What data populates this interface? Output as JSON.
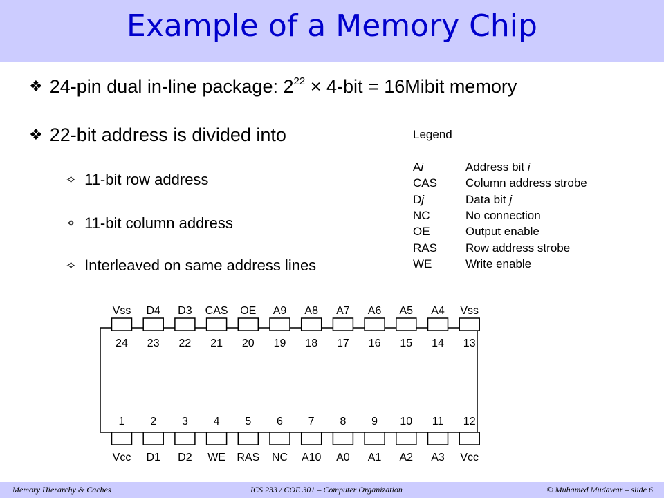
{
  "slide": {
    "title": "Example of a Memory Chip"
  },
  "bullets": {
    "b1_pre": "24-pin dual in-line package: 2",
    "b1_sup": "22",
    "b1_times": "×",
    "b1_post": "4-bit = 16Mibit memory",
    "b2": "22-bit address is divided into",
    "sub1": "11-bit row address",
    "sub2": "11-bit column address",
    "sub3": "Interleaved on same address lines"
  },
  "legend": {
    "title": "Legend",
    "rows": [
      {
        "code_pre": "A",
        "code_var": "i",
        "desc_pre": "Address bit ",
        "desc_var": "i"
      },
      {
        "code_pre": "CAS",
        "code_var": "",
        "desc_pre": "Column address strobe",
        "desc_var": ""
      },
      {
        "code_pre": "D",
        "code_var": "j",
        "desc_pre": "Data bit ",
        "desc_var": "j"
      },
      {
        "code_pre": "NC",
        "code_var": "",
        "desc_pre": "No connection",
        "desc_var": ""
      },
      {
        "code_pre": "OE",
        "code_var": "",
        "desc_pre": "Output enable",
        "desc_var": ""
      },
      {
        "code_pre": "RAS",
        "code_var": "",
        "desc_pre": "Row address strobe",
        "desc_var": ""
      },
      {
        "code_pre": "WE",
        "code_var": "",
        "desc_pre": "Write enable",
        "desc_var": ""
      }
    ]
  },
  "chip": {
    "top_names": [
      "Vss",
      "D4",
      "D3",
      "CAS",
      "OE",
      "A9",
      "A8",
      "A7",
      "A6",
      "A5",
      "A4",
      "Vss"
    ],
    "top_numbers": [
      "24",
      "23",
      "22",
      "21",
      "20",
      "19",
      "18",
      "17",
      "16",
      "15",
      "14",
      "13"
    ],
    "bottom_numbers": [
      "1",
      "2",
      "3",
      "4",
      "5",
      "6",
      "7",
      "8",
      "9",
      "10",
      "11",
      "12"
    ],
    "bottom_names": [
      "Vcc",
      "D1",
      "D2",
      "WE",
      "RAS",
      "NC",
      "A10",
      "A0",
      "A1",
      "A2",
      "A3",
      "Vcc"
    ]
  },
  "footer": {
    "left": "Memory Hierarchy & Caches",
    "center": "ICS 233 / COE 301 – Computer Organization",
    "right": "© Muhamed Mudawar – slide 6"
  }
}
